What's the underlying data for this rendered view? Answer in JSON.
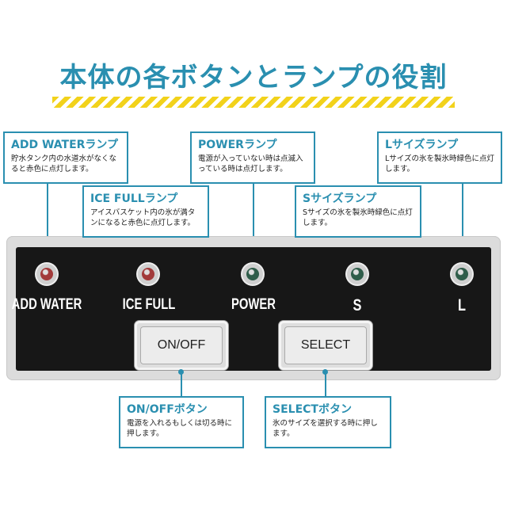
{
  "title": "本体の各ボタンとランプの役割",
  "callouts": {
    "add_water": {
      "title": "ADD WATERランプ",
      "desc": "貯水タンク内の水道水がなくなると赤色に点灯します。"
    },
    "ice_full": {
      "title": "ICE FULLランプ",
      "desc": "アイスバスケット内の氷が満タンになると赤色に点灯します。"
    },
    "power": {
      "title": "POWERランプ",
      "desc": "電源が入っていない時は点滅入っている時は点灯します。"
    },
    "s_size": {
      "title": "Sサイズランプ",
      "desc": "Sサイズの氷を製氷時緑色に点灯します。"
    },
    "l_size": {
      "title": "Lサイズランプ",
      "desc": "Lサイズの氷を製氷時緑色に点灯します。"
    },
    "onoff": {
      "title": "ON/OFFボタン",
      "desc": "電源を入れるもしくは切る時に押します。"
    },
    "select": {
      "title": "SELECTボタン",
      "desc": "氷のサイズを選択する時に押します。"
    }
  },
  "panel": {
    "lamps": [
      {
        "label": "ADD WATER",
        "color": "#a23a3a"
      },
      {
        "label": "ICE FULL",
        "color": "#a23a3a"
      },
      {
        "label": "POWER",
        "color": "#2f5d4a"
      },
      {
        "label": "S",
        "color": "#2f5d4a"
      },
      {
        "label": "L",
        "color": "#2f5d4a"
      }
    ],
    "buttons": {
      "onoff": "ON/OFF",
      "select": "SELECT"
    }
  },
  "colors": {
    "accent": "#2a8fb0",
    "stripe": "#f2d21b",
    "panel": "#171717"
  }
}
